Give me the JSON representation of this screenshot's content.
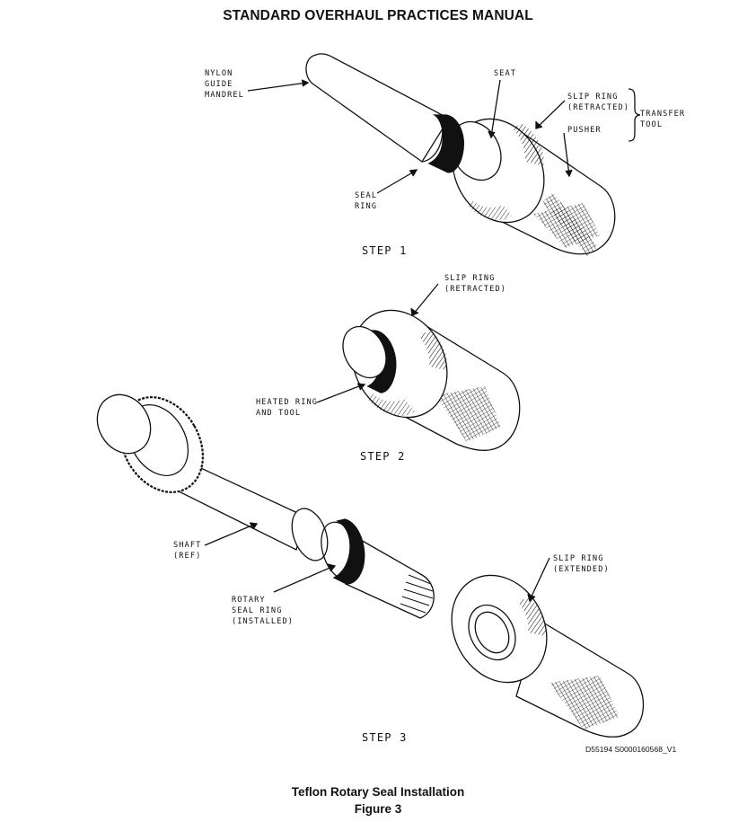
{
  "header": {
    "title": "STANDARD OVERHAUL PRACTICES MANUAL"
  },
  "figure": {
    "step1": {
      "label": "STEP 1",
      "callouts": {
        "mandrel": "NYLON\nGUIDE\nMANDREL",
        "seat": "SEAT",
        "slip_ring": "SLIP RING\n(RETRACTED)",
        "pusher": "PUSHER",
        "transfer_tool": "TRANSFER\nTOOL",
        "seal_ring": "SEAL\nRING"
      }
    },
    "step2": {
      "label": "STEP 2",
      "callouts": {
        "slip_ring": "SLIP RING\n(RETRACTED)",
        "heated_ring": "HEATED RING\nAND TOOL"
      }
    },
    "step3": {
      "label": "STEP 3",
      "callouts": {
        "shaft": "SHAFT\n(REF)",
        "rotary_seal": "ROTARY\nSEAL RING\n(INSTALLED)",
        "slip_ring": "SLIP RING\n(EXTENDED)"
      }
    },
    "doc_id": "D55194 S0000160568_V1"
  },
  "caption": {
    "title": "Teflon Rotary Seal Installation",
    "figure_number": "Figure 3"
  }
}
